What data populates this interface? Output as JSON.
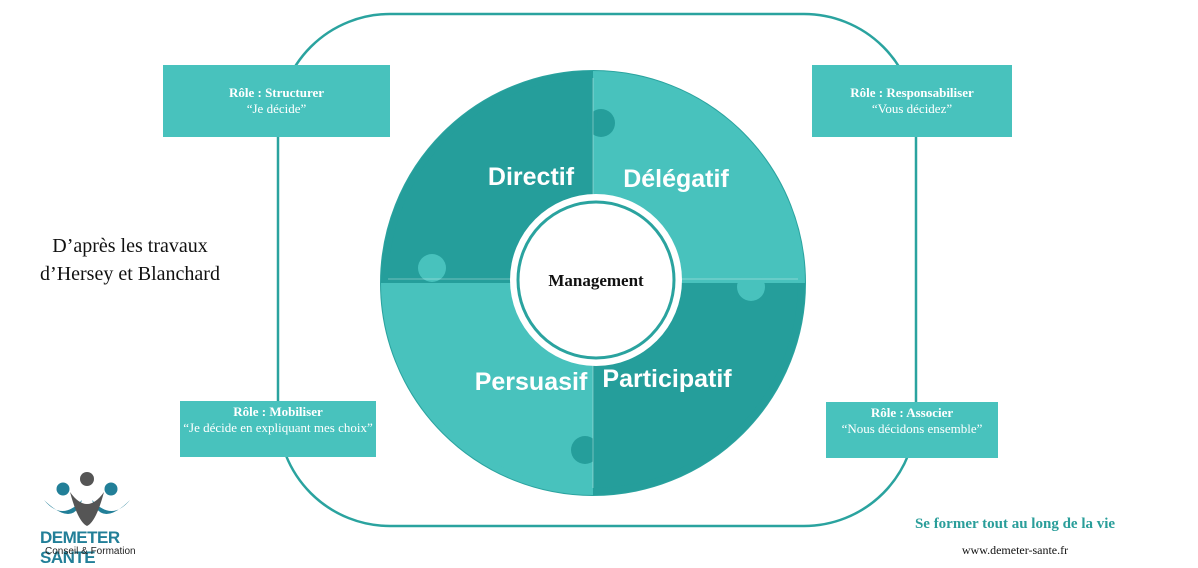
{
  "diagram": {
    "center_label": "Management",
    "quadrants": {
      "top_left": "Directif",
      "top_right": "Délégatif",
      "bottom_left": "Persuasif",
      "bottom_right": "Participatif"
    }
  },
  "roles": {
    "top_left": {
      "title": "Rôle : Structurer",
      "quote": "“Je décide”"
    },
    "top_right": {
      "title": "Rôle : Responsabiliser",
      "quote": "“Vous décidez”"
    },
    "bottom_left": {
      "title": "Rôle : Mobiliser",
      "quote": "“Je décide en expliquant mes choix”"
    },
    "bottom_right": {
      "title": "Rôle : Associer",
      "quote": "“Nous décidons ensemble”"
    }
  },
  "source_note": "D’après les travaux d’Hersey et Blanchard",
  "footer": {
    "tagline": "Se former tout au long de la vie",
    "url": "www.demeter-sante.fr"
  },
  "logo": {
    "name": "DEMETER SANTE",
    "subtitle": "Conseil & Formation"
  },
  "colors": {
    "light_teal": "#48c2bd",
    "dark_teal": "#259e9b",
    "outline_teal": "#2aa39f",
    "logo_blue": "#227f98",
    "logo_gray": "#555555"
  }
}
